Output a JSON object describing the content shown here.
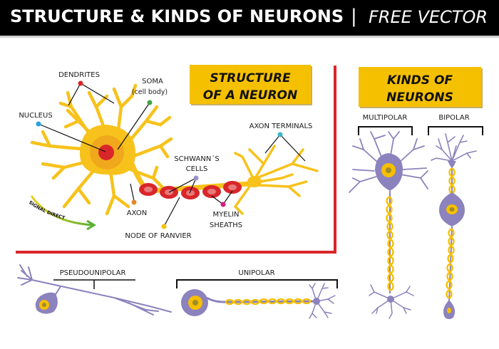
{
  "banner": {
    "title": "STRUCTURE & KINDS OF NEURONS",
    "separator": "|",
    "subtitle": "FREE VECTOR"
  },
  "structure": {
    "heading_line1": "STRUCTURE",
    "heading_line2": "OF A NEURON",
    "labels": {
      "dendrites": "DENDRITES",
      "soma": "SOMA",
      "soma_sub": "(cell body)",
      "nucleus": "NUCLEUS",
      "axon_terminals": "AXON TERMINALS",
      "schwann_line1": "SCHWANN´S",
      "schwann_line2": "CELLS",
      "axon": "AXON",
      "myelin_line1": "MYELIN",
      "myelin_line2": "SHEATHS",
      "node_of_ranvier": "NODE OF RANVIER",
      "signal_direction": "SIGNAL DIRECTION"
    }
  },
  "kinds": {
    "heading_line1": "KINDS OF",
    "heading_line2": "NEURONS",
    "types": {
      "multipolar": "MULTIPOLAR",
      "bipolar": "BIPOLAR",
      "pseudounipolar": "PSEUDOUNIPOLAR",
      "unipolar": "UNIPOLAR"
    }
  },
  "colors": {
    "banner_bg": "#000000",
    "heading_box": "#f5c000",
    "neuron_yellow": "#f7c21b",
    "soma_orange": "#f0a81c",
    "nucleus_red": "#d9262a",
    "myelin_red": "#d9262a",
    "myelin_inner": "#e77a78",
    "border_red": "#d9262a",
    "neuron_purple": "#8c82bd",
    "dot_dendrites": "#d9262a",
    "dot_soma": "#43a047",
    "dot_nucleus": "#29a3dd",
    "dot_axon_terminals": "#3bb5c8",
    "dot_schwann": "#9a93c9",
    "dot_axon": "#e5872a",
    "dot_myelin": "#d81b7e",
    "dot_node": "#f5c000",
    "arrow_start": "#e7d21a",
    "arrow_end": "#5ab031"
  }
}
